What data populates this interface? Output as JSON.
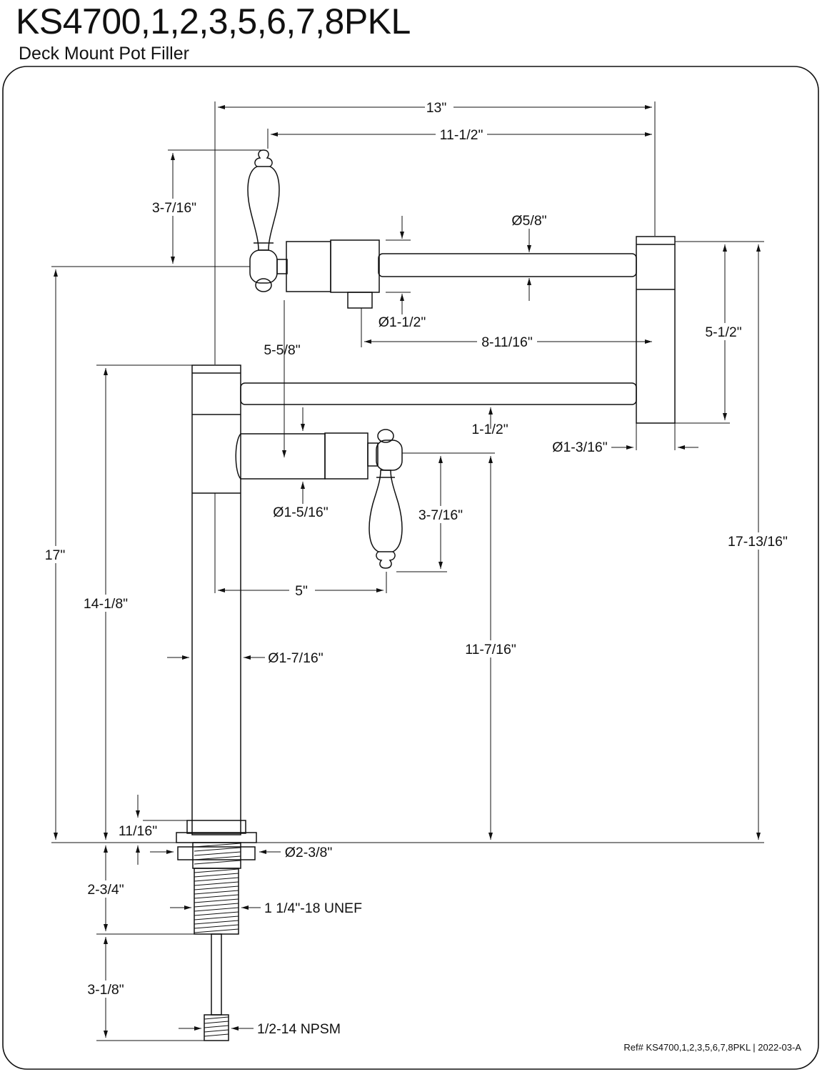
{
  "header": {
    "model": "KS4700,1,2,3,5,6,7,8PKL",
    "subtitle": "Deck Mount Pot Filler"
  },
  "dimensions": {
    "overall_width": "13\"",
    "arm_reach": "11-1/2\"",
    "upper_handle_height": "3-7/16\"",
    "spout_diameter": "Ø5/8\"",
    "nozzle_diameter": "Ø1-1/2\"",
    "nozzle_offset": "8-11/16\"",
    "elbow_height": "5-1/2\"",
    "valve_offset": "5-5/8\"",
    "joint_diameter": "Ø1-3/16\"",
    "arm_gap": "1-1/2\"",
    "lower_valve_diameter": "Ø1-5/16\"",
    "lower_handle_height": "3-7/16\"",
    "handle_reach": "5\"",
    "overall_height": "17\"",
    "total_height": "17-13/16\"",
    "body_height": "14-1/8\"",
    "valve_height": "11-7/16\"",
    "body_diameter": "Ø1-7/16\"",
    "flange_height": "11/16\"",
    "flange_diameter": "Ø2-3/8\"",
    "shank_length": "2-3/4\"",
    "shank_thread": "1 1/4\"-18 UNEF",
    "inlet_length": "3-1/8\"",
    "inlet_thread": "1/2-14 NPSM"
  },
  "footer": {
    "reference": "Ref# KS4700,1,2,3,5,6,7,8PKL | 2022-03-A"
  }
}
